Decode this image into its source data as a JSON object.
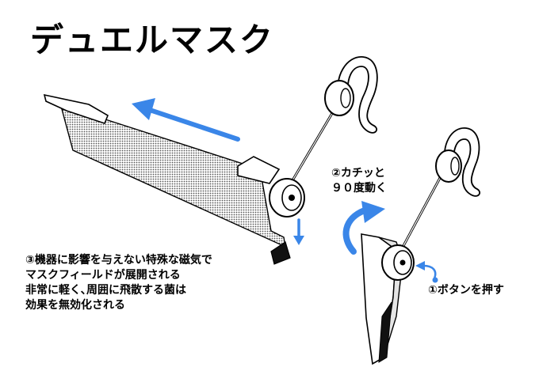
{
  "title": "デュエルマスク",
  "callouts": {
    "step1": {
      "number": "①",
      "text": "ボタンを押す"
    },
    "step2": {
      "lines": [
        "②カチッと",
        "９０度動く"
      ]
    },
    "step3": {
      "lines": [
        "③機器に影響を与えない特殊な磁気で",
        "マスクフィールドが展開される",
        "非常に軽く､周囲に飛散する菌は",
        "効果を無効化される"
      ]
    }
  },
  "colors": {
    "arrow": "#3a86e8",
    "ink": "#000000",
    "field_fill": "#c9c9c9"
  }
}
